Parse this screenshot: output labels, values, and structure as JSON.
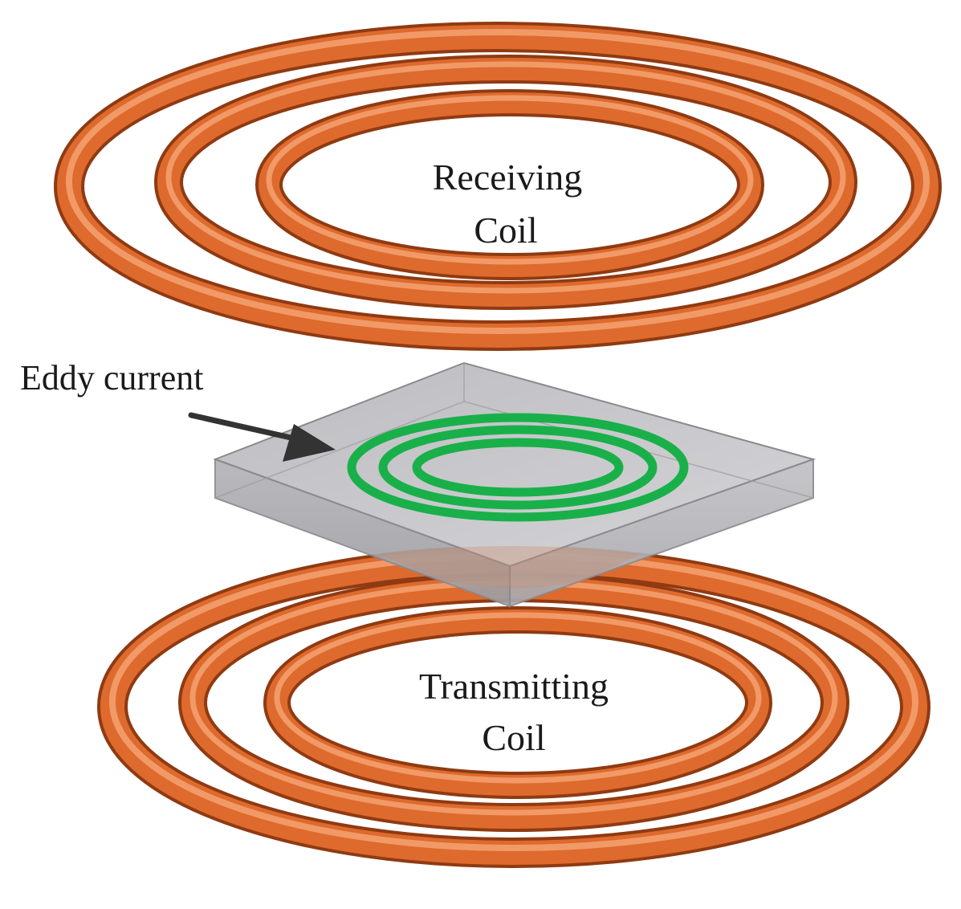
{
  "diagram": {
    "receiving_coil": {
      "line1": "Receiving",
      "line2": "Coil"
    },
    "transmitting_coil": {
      "line1": "Transmitting",
      "line2": "Coil"
    },
    "eddy_current_label": "Eddy current",
    "colors": {
      "coil": "#d9652a",
      "coil_highlight": "#f39a62",
      "coil_shadow": "#9e3f12",
      "eddy_current": "#1ab44b",
      "plate_top": "#c9c9cc",
      "plate_side": "#a8a8ac",
      "arrow": "#333333"
    }
  }
}
